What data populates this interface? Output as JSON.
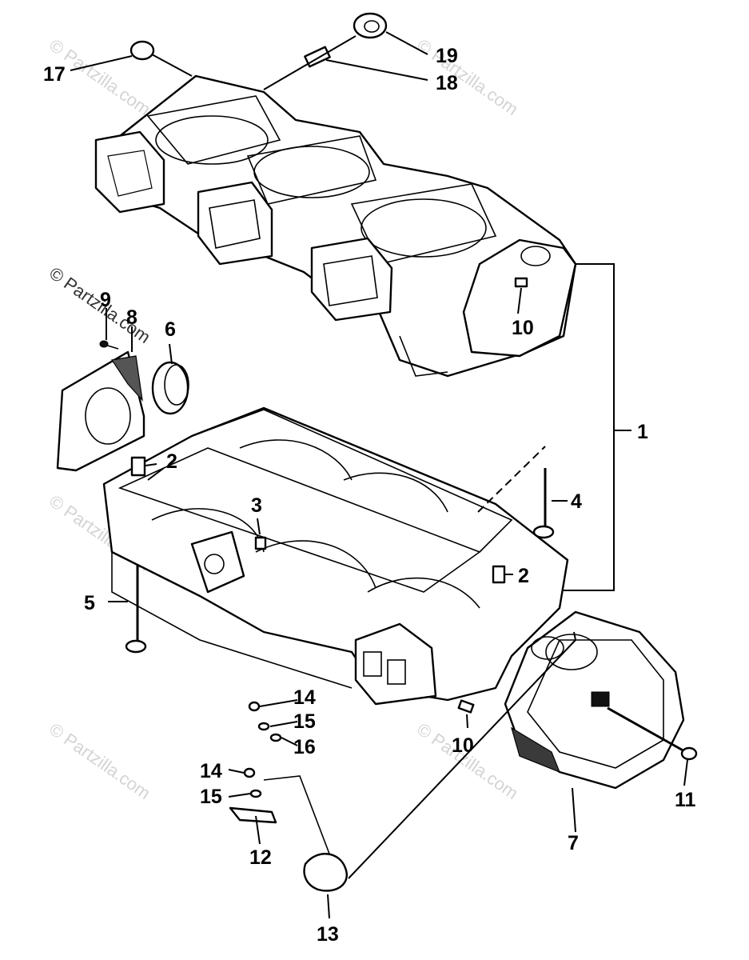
{
  "watermark": "© Partzilla.com",
  "callouts": {
    "c1": "1",
    "c2a": "2",
    "c2b": "2",
    "c3": "3",
    "c4": "4",
    "c5": "5",
    "c6": "6",
    "c7": "7",
    "c8": "8",
    "c9": "9",
    "c10a": "10",
    "c10b": "10",
    "c11": "11",
    "c12": "12",
    "c13": "13",
    "c14a": "14",
    "c14b": "14",
    "c15a": "15",
    "c15b": "15",
    "c16": "16",
    "c17": "17",
    "c18": "18",
    "c19": "19"
  }
}
